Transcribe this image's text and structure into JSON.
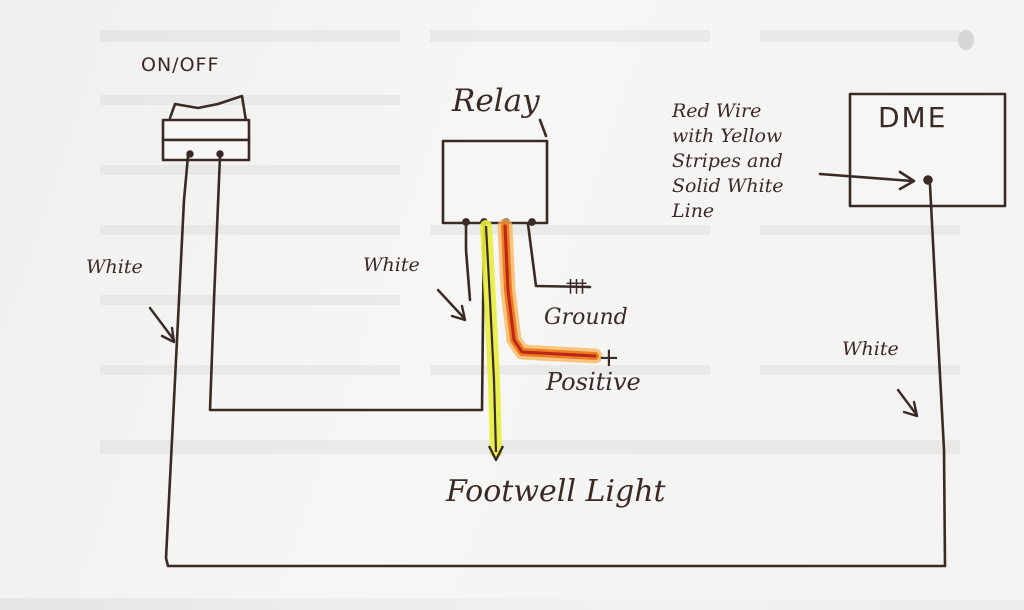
{
  "components": {
    "switch_label": "ON/OFF",
    "relay_label": "Relay",
    "dme_label": "DME"
  },
  "annotations": {
    "red_wire_note": "Red Wire\nwith Yellow\nStripes and\nSolid White\nLine",
    "white_left": "White",
    "white_middle": "White",
    "white_right": "White",
    "ground": "Ground",
    "ground_symbol": "†††",
    "plus_sign": "+",
    "positive": "Positive",
    "footwell_light": "Footwell Light"
  },
  "colors": {
    "ink": "#3a2a26",
    "yellow_wire": "#e8ee3a",
    "orange_wire": "#f07a1e",
    "red_wire": "#b8261c"
  }
}
